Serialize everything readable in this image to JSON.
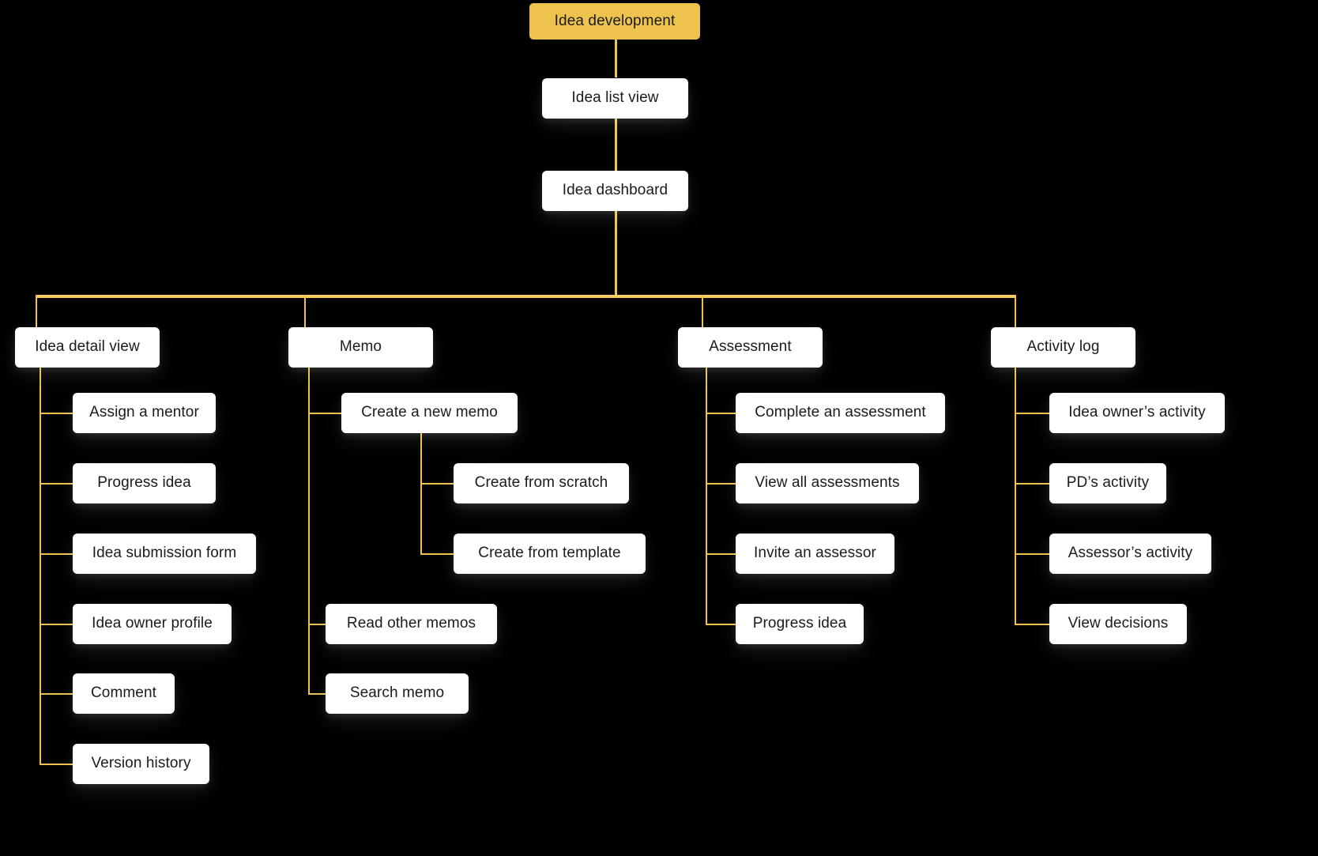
{
  "diagram": {
    "title": "Idea development",
    "type": "sitemap-tree",
    "colors": {
      "background": "#000000",
      "root_fill": "#EDC34D",
      "node_fill": "#FFFFFF",
      "connector": "#EEC24C",
      "text": "#1B1B1B"
    },
    "root": {
      "label": "Idea development"
    },
    "spine": [
      {
        "label": "Idea list view"
      },
      {
        "label": "Idea dashboard"
      }
    ],
    "branches": [
      {
        "label": "Idea detail view",
        "children": [
          {
            "label": "Assign a mentor"
          },
          {
            "label": "Progress idea"
          },
          {
            "label": "Idea submission form"
          },
          {
            "label": "Idea owner profile"
          },
          {
            "label": "Comment"
          },
          {
            "label": "Version history"
          }
        ]
      },
      {
        "label": "Memo",
        "children": [
          {
            "label": "Create a new memo",
            "children": [
              {
                "label": "Create from scratch"
              },
              {
                "label": "Create from template"
              }
            ]
          },
          {
            "label": "Read other memos"
          },
          {
            "label": "Search memo"
          }
        ]
      },
      {
        "label": "Assessment",
        "children": [
          {
            "label": "Complete an assessment"
          },
          {
            "label": "View all assessments"
          },
          {
            "label": "Invite an assessor"
          },
          {
            "label": "Progress idea"
          }
        ]
      },
      {
        "label": "Activity log",
        "children": [
          {
            "label": "Idea owner’s activity"
          },
          {
            "label": "PD’s activity"
          },
          {
            "label": "Assessor’s activity"
          },
          {
            "label": "View decisions"
          }
        ]
      }
    ]
  }
}
